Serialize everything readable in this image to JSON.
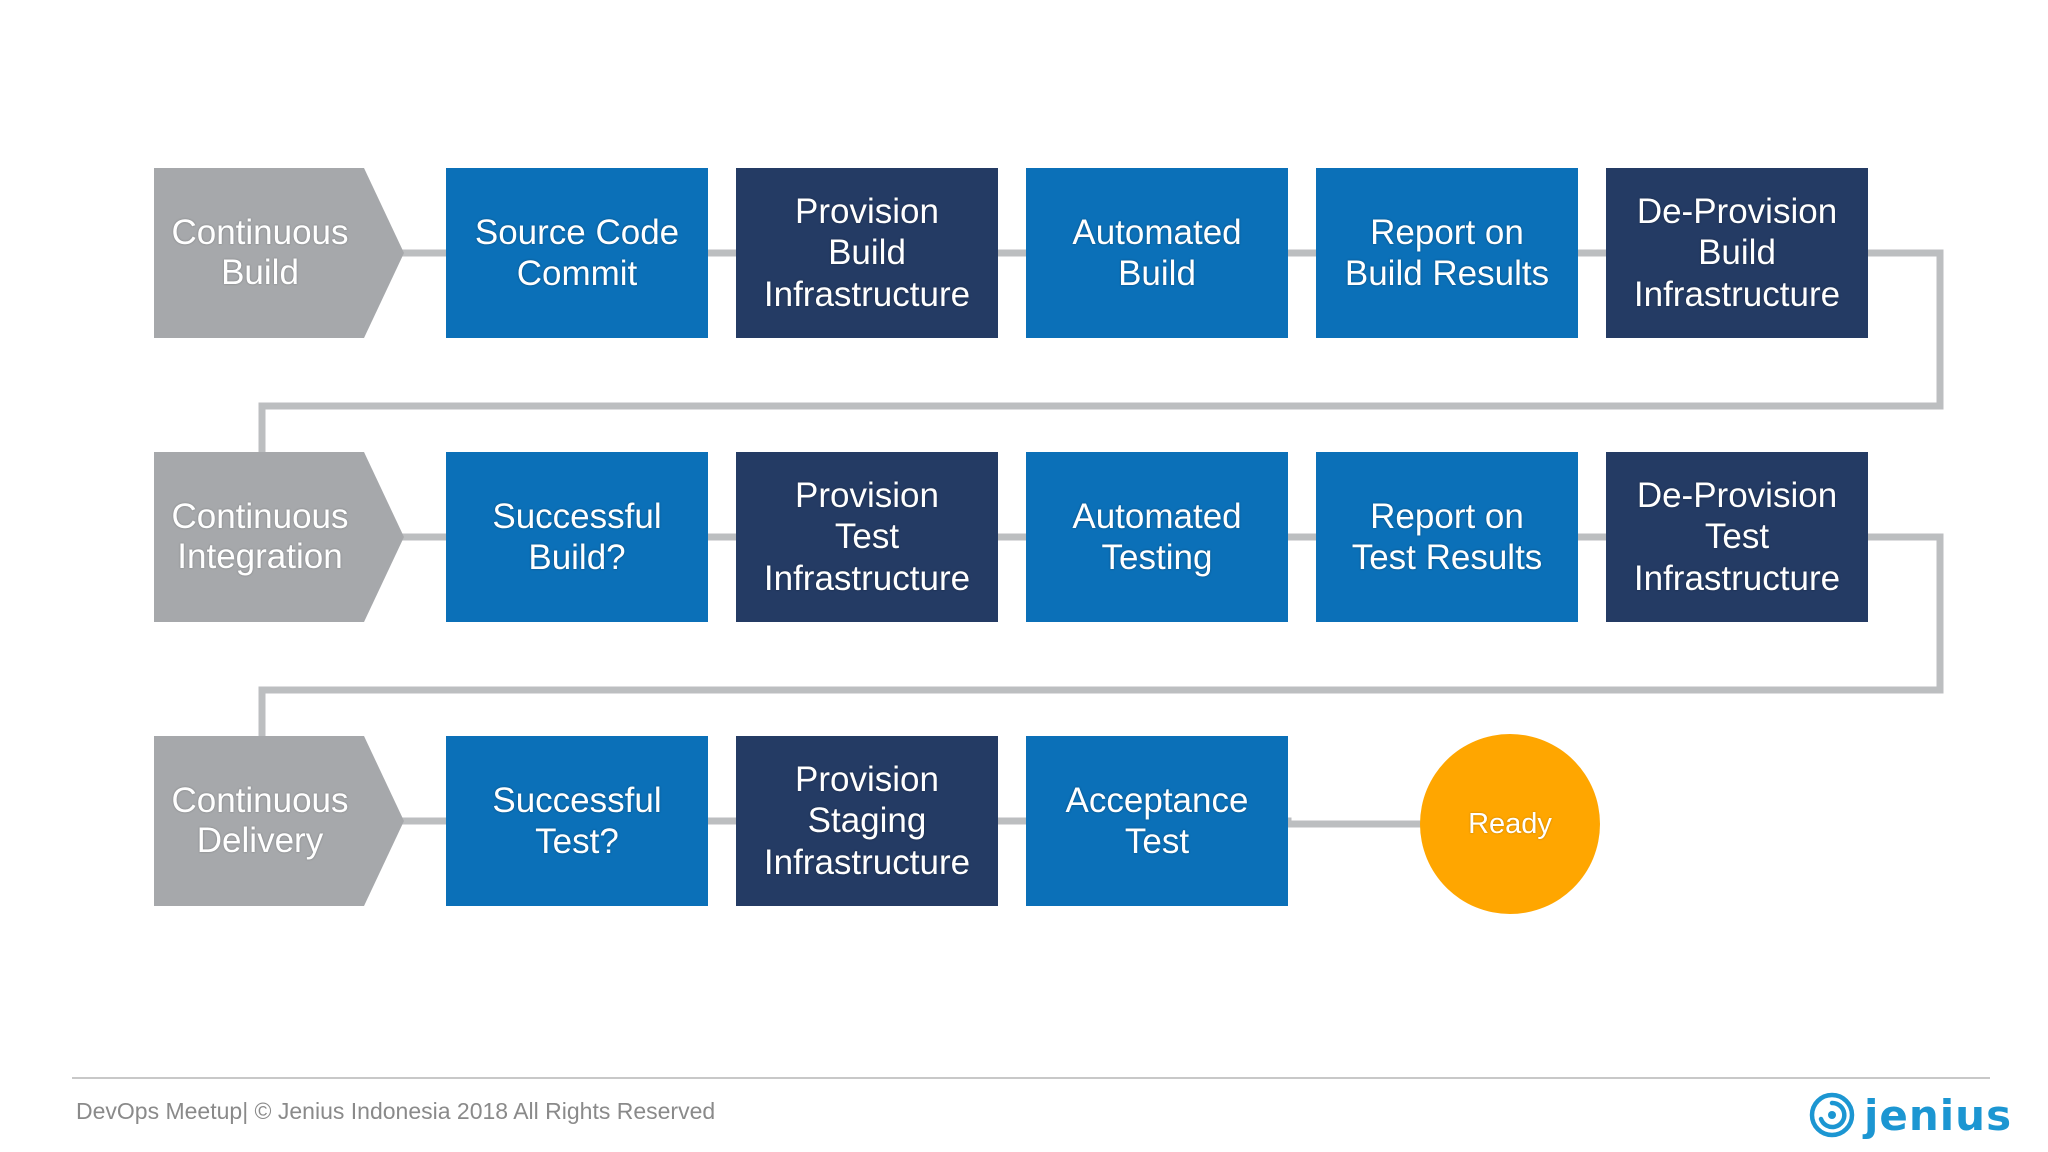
{
  "colors": {
    "stage": "#a6a8ab",
    "step": "#0b70b8",
    "step_dark": "#243b64",
    "connector": "#bcbec0",
    "ready": "#ffa600",
    "brand": "#1c96d2",
    "divider": "#c8c8c8"
  },
  "rows": [
    {
      "stage": "Continuous\nBuild",
      "steps": [
        {
          "label": "Source Code\nCommit",
          "tone": "step"
        },
        {
          "label": "Provision\nBuild\nInfrastructure",
          "tone": "step_dark"
        },
        {
          "label": "Automated\nBuild",
          "tone": "step"
        },
        {
          "label": "Report on\nBuild Results",
          "tone": "step"
        },
        {
          "label": "De-Provision\nBuild\nInfrastructure",
          "tone": "step_dark"
        }
      ]
    },
    {
      "stage": "Continuous\nIntegration",
      "steps": [
        {
          "label": "Successful\nBuild?",
          "tone": "step"
        },
        {
          "label": "Provision\nTest\nInfrastructure",
          "tone": "step_dark"
        },
        {
          "label": "Automated\nTesting",
          "tone": "step"
        },
        {
          "label": "Report on\nTest Results",
          "tone": "step"
        },
        {
          "label": "De-Provision\nTest\nInfrastructure",
          "tone": "step_dark"
        }
      ]
    },
    {
      "stage": "Continuous\nDelivery",
      "steps": [
        {
          "label": "Successful\nTest?",
          "tone": "step"
        },
        {
          "label": "Provision\nStaging\nInfrastructure",
          "tone": "step_dark"
        },
        {
          "label": "Acceptance\nTest",
          "tone": "step"
        }
      ]
    }
  ],
  "ready_label": "Ready",
  "footer": {
    "text": "DevOps Meetup|  © Jenius Indonesia 2018 All Rights Reserved",
    "logo_text": "jenius",
    "logo_icon": "jenius-swirl-icon"
  }
}
